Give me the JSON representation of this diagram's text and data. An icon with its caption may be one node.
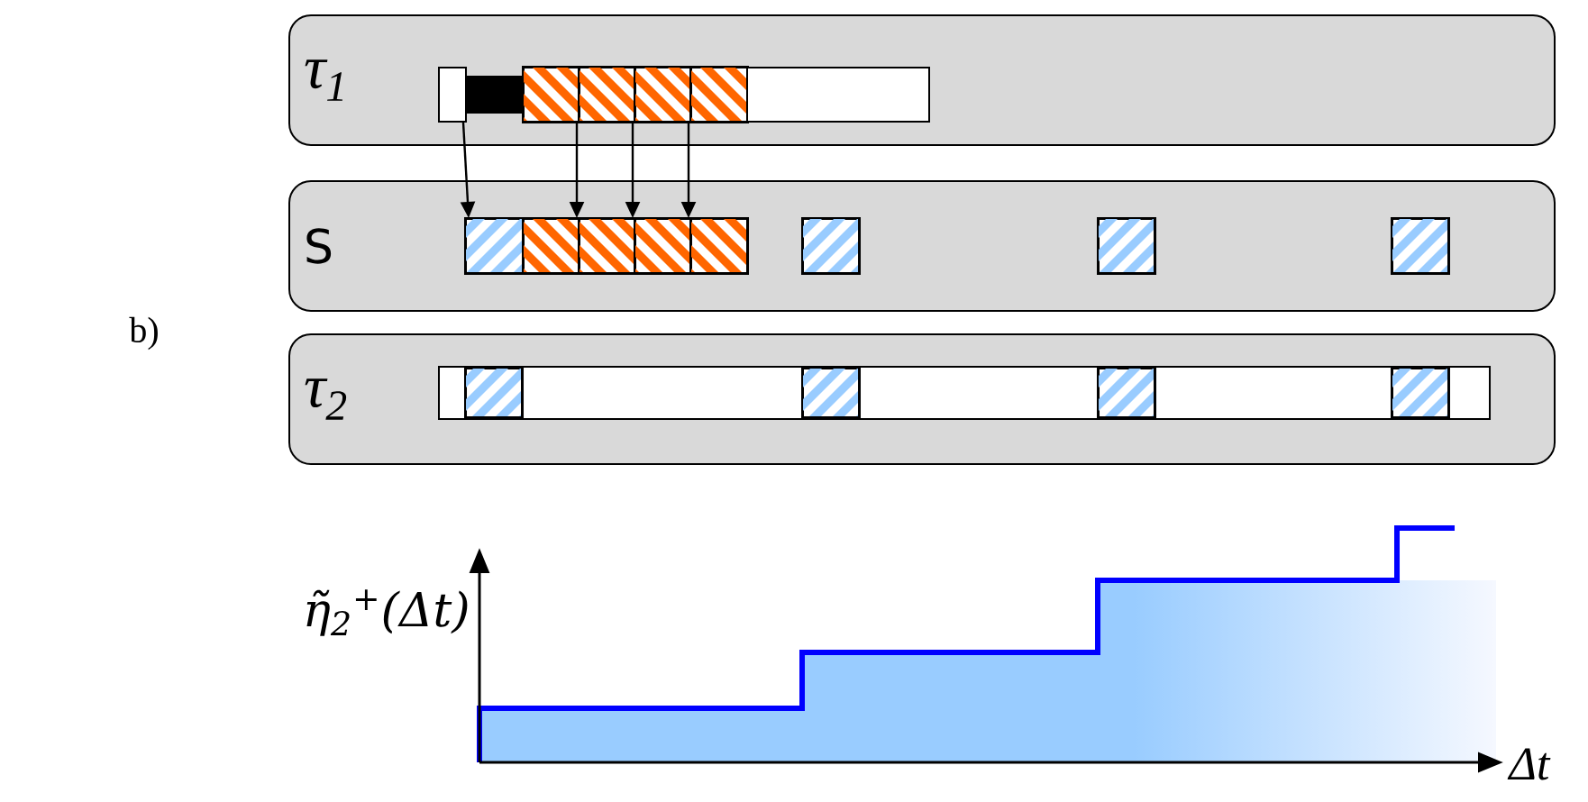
{
  "diagram": {
    "nodes": [
      {
        "text": [
          "τ$_{1}$"
        ]
      },
      {
        "text": [
          "S"
        ]
      },
      {
        "text": [
          "τ$_{2}$"
        ]
      },
      {
        "text": [],
        "shape": "box",
        "in": 0
      },
      {
        "text": [],
        "shape": "bar",
        "in": 0
      },
      {
        "text": [],
        "shape": "box",
        "in": 0
      },
      {
        "text": [],
        "shape": "box",
        "in": 0
      },
      {
        "text": [],
        "shape": "box",
        "in": 0
      },
      {
        "text": [],
        "shape": "box",
        "in": 0
      },
      {
        "text": [],
        "shape": "box",
        "in": 0
      },
      {
        "text": [],
        "shape": "box",
        "in": 1
      },
      {
        "text": [],
        "shape": "box",
        "in": 1
      },
      {
        "text": [],
        "shape": "box",
        "in": 1
      },
      {
        "text": [],
        "shape": "box",
        "in": 1
      },
      {
        "text": [],
        "shape": "box",
        "in": 1
      },
      {
        "text": [],
        "shape": "box",
        "in": 1
      },
      {
        "text": [],
        "shape": "box",
        "in": 1
      },
      {
        "text": [],
        "shape": "box",
        "in": 1
      },
      {
        "text": [],
        "shape": "box",
        "in": 2
      },
      {
        "text": [],
        "shape": "box",
        "in": 18
      },
      {
        "text": [],
        "shape": "box",
        "in": 18
      },
      {
        "text": [],
        "shape": "box",
        "in": 18
      },
      {
        "text": [],
        "shape": "box",
        "in": 18
      }
    ],
    "edges": [
      {
        "from": 3,
        "to": 10,
        "arrow": "to"
      },
      {
        "from": 5,
        "to": 11,
        "arrow": "to"
      },
      {
        "from": 6,
        "to": 12,
        "arrow": "to"
      },
      {
        "from": 7,
        "to": 13,
        "arrow": "to"
      }
    ],
    "labels": [
      "b)",
      "η̃$_{2}$$^{+}$(Δt)",
      "Δt"
    ]
  }
}
